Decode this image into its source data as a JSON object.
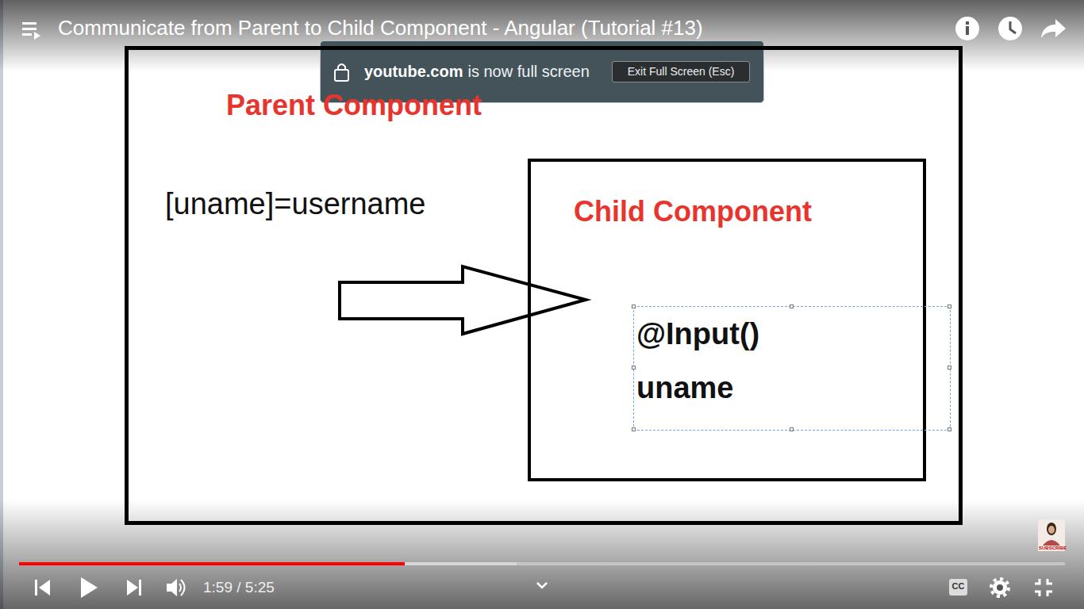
{
  "diagram": {
    "title": "Communicate from Parent to Child Component - Angular (Tutorial #13)",
    "nodes": [
      {
        "text": [
          "Parent Component",
          "[uname]=username"
        ]
      },
      {
        "text": [
          "Child Component"
        ],
        "in": 0
      },
      {
        "text": [
          "@Input() uname"
        ],
        "in": 1
      }
    ],
    "labels": [
      "youtube.com",
      "is now full screen",
      "Exit Full Screen (Esc)",
      "1:59 / 5:25",
      "CC",
      "SUBSCRIBE"
    ]
  }
}
